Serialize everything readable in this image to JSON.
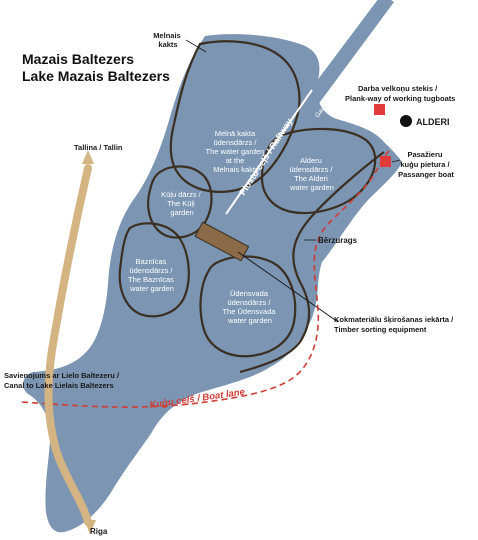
{
  "map": {
    "title_lines": [
      "Mazais Baltezers",
      "Lake Mazais Baltezers"
    ],
    "colors": {
      "water": "#7b95b2",
      "outline": "#3b2f22",
      "road": "#d5b483",
      "boat_lane": "#cf3e36",
      "timber": "#8b6b47",
      "marker_red": "#e03a3a",
      "marker_black": "#111111"
    },
    "labels": {
      "melnais_kakts": [
        "Melnais",
        "kakts"
      ],
      "garden_melna_kakta": [
        "Melnā kakta",
        "ūdensdārzs /",
        "The water garden",
        "at the",
        "Melnais kakts"
      ],
      "garden_kuju": [
        "Kūļu dārzs /",
        "The Kūļi",
        "garden"
      ],
      "garden_baznicas": [
        "Baznīcas",
        "ūdensdārzs /",
        "The Baznīcas",
        "water garden"
      ],
      "garden_alderu": [
        "Alderu",
        "ūdensdārzs /",
        "The Alderi",
        "water garden"
      ],
      "garden_udensvada": [
        "Ūdensvada",
        "ūdensdārzs /",
        "The Ūdensvada",
        "water garden"
      ],
      "ploshu_cels": "Plostu ceļš / Raftway",
      "gaujas_kanals": "Gaujas – Baltezera kanāls / The Gauja – Baltezers canal",
      "darba_stekis": [
        "Darba velkoņu stekis /",
        "Plank-way of working tugboats"
      ],
      "alderi": "ALDERI",
      "pasazieru": [
        "Pasažieru",
        "kuģu pietura /",
        "Passanger boat"
      ],
      "berzurags": "Bērzurags",
      "timber": [
        "Kokmateriālu šķirošanas iekārta /",
        "Timber sorting equipment"
      ],
      "tallina": "Tallina / Tallin",
      "savienojums": [
        "Savienojums ar Lielo Baltezeru /",
        "Canal to Lake Lielais Baltezers"
      ],
      "kugu_cels": "Kuģu ceļš / Boat lane",
      "riga": "Riga"
    }
  }
}
